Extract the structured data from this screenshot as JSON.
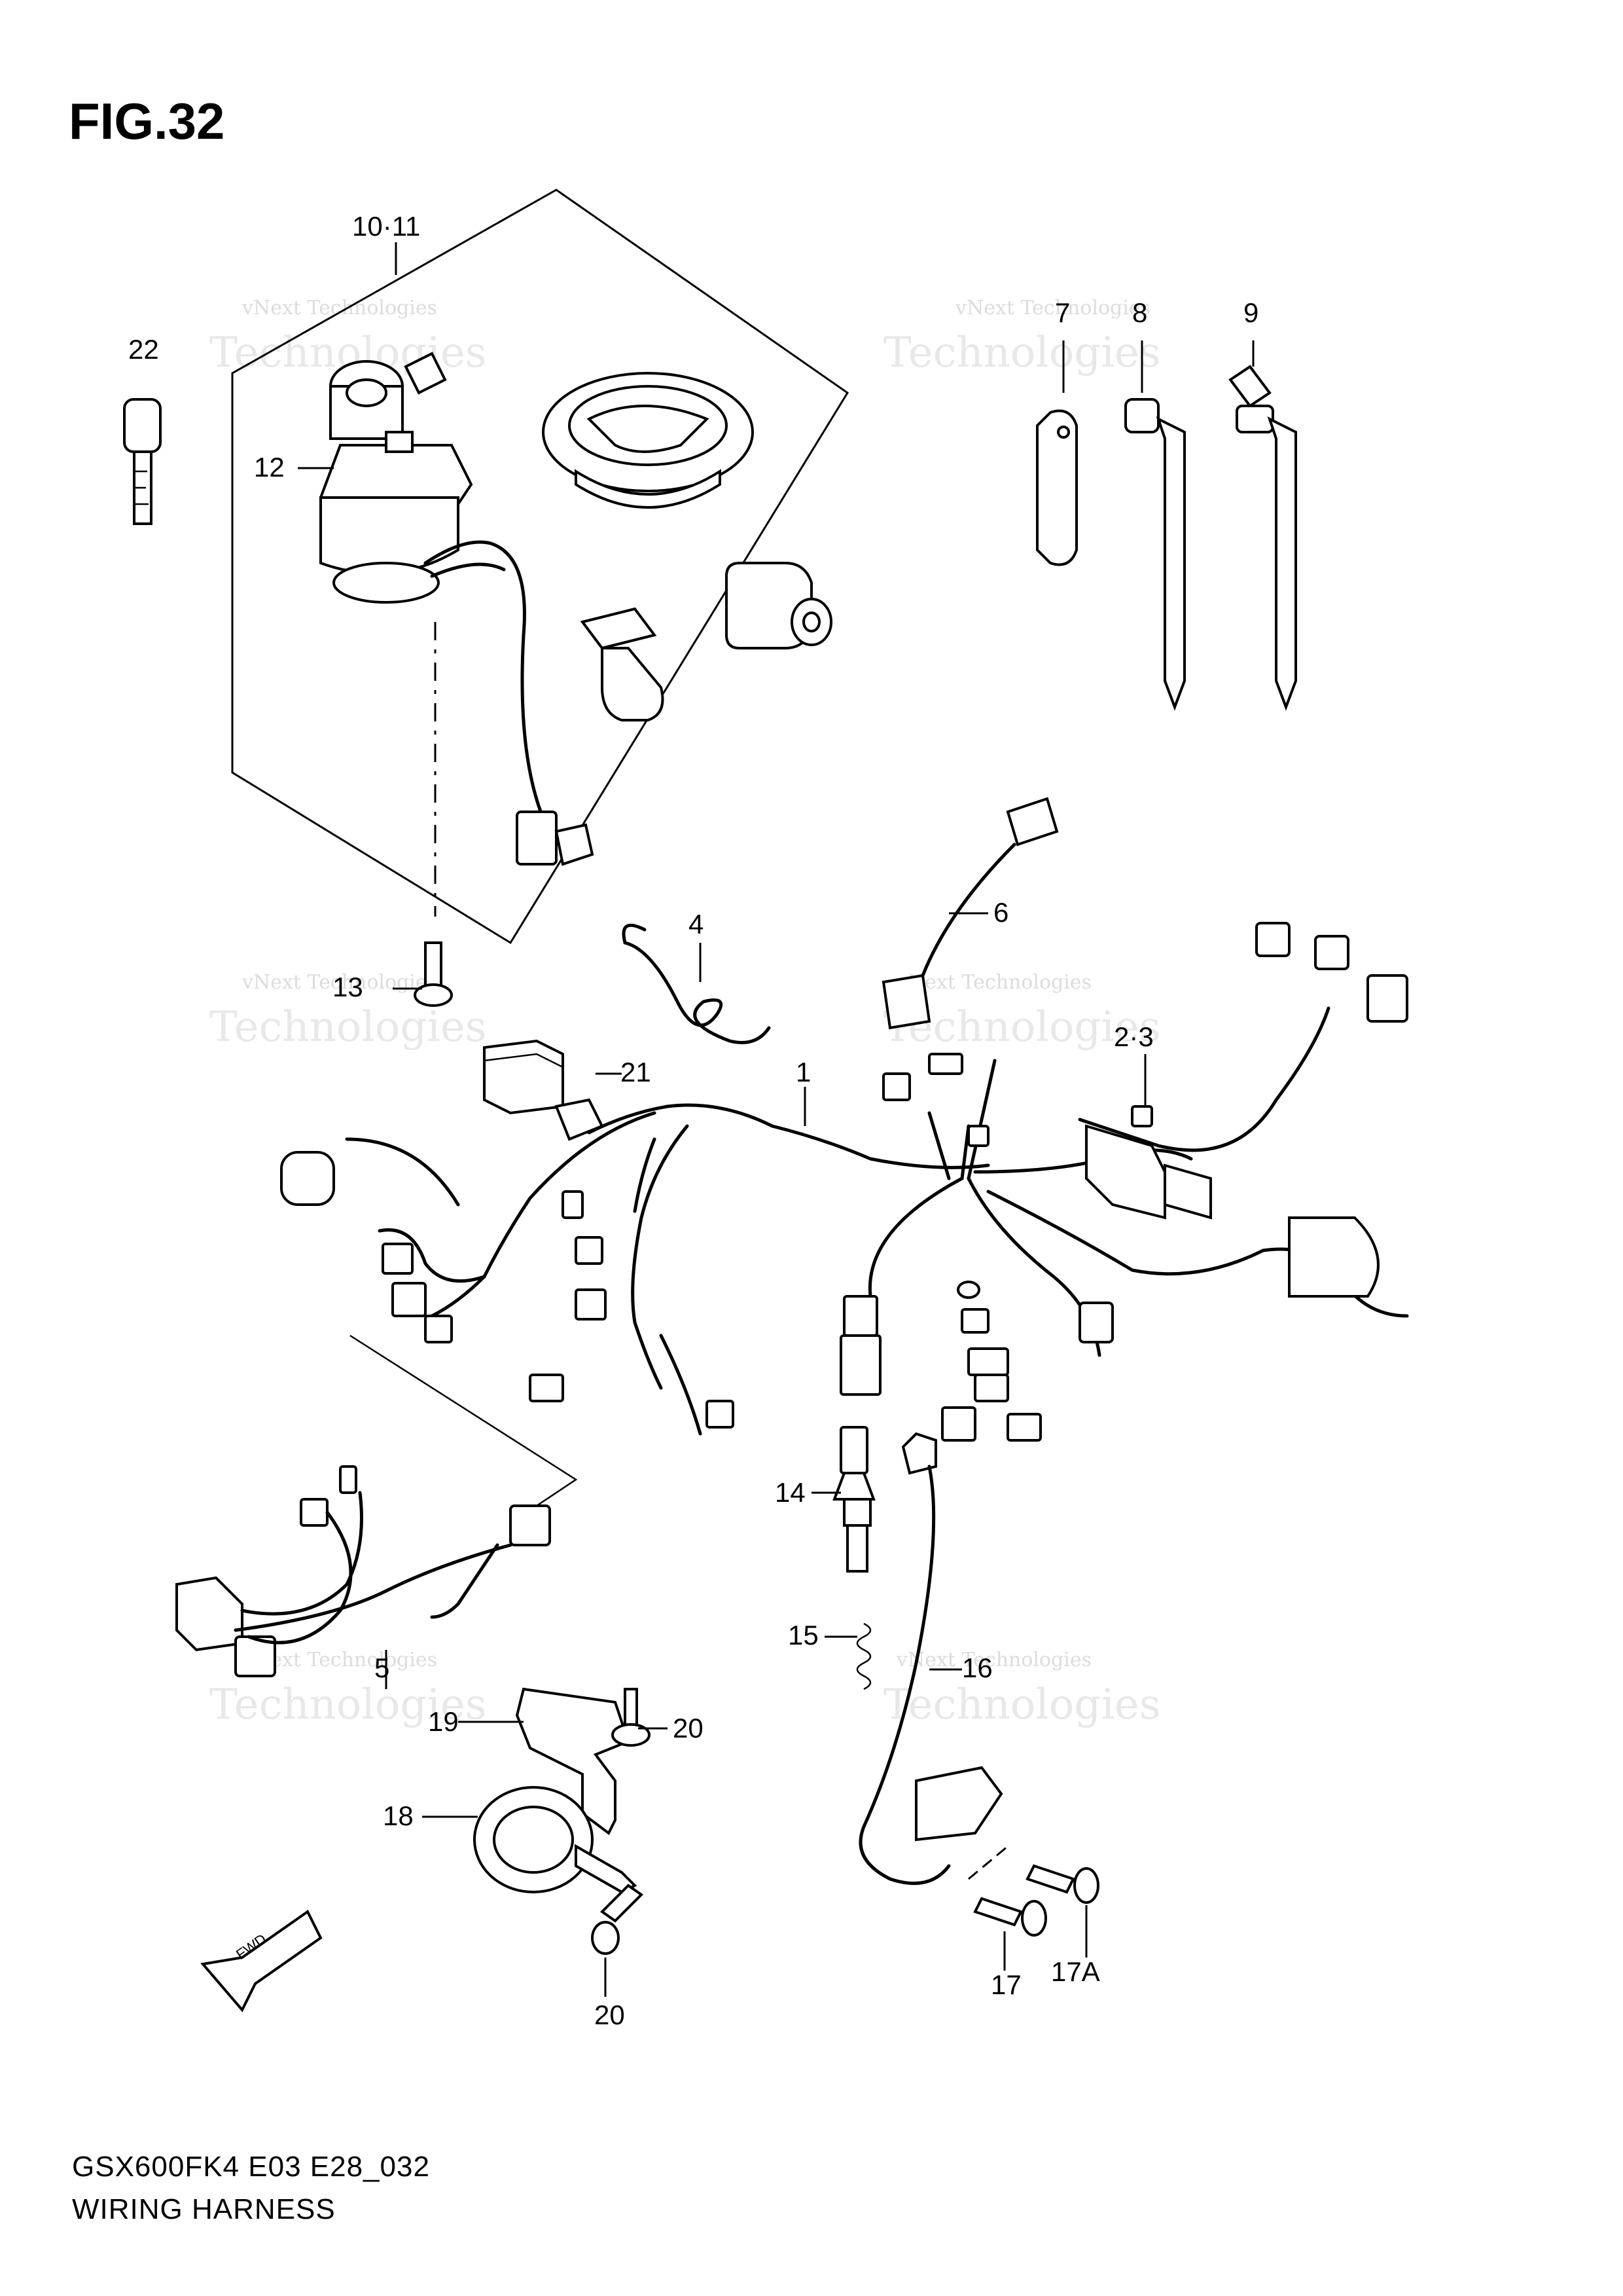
{
  "figure": {
    "title": "FIG.32"
  },
  "footer": {
    "code": "GSX600FK4 E03 E28_032",
    "name": "WIRING HARNESS"
  },
  "watermark": {
    "line1": "vNext Technologies",
    "line2": "Technologies"
  },
  "direction_label": "FWD",
  "callouts": [
    {
      "id": "c-10-11",
      "label": "10·11"
    },
    {
      "id": "c-22",
      "label": "22"
    },
    {
      "id": "c-12",
      "label": "12"
    },
    {
      "id": "c-7",
      "label": "7"
    },
    {
      "id": "c-8",
      "label": "8"
    },
    {
      "id": "c-9",
      "label": "9"
    },
    {
      "id": "c-4",
      "label": "4"
    },
    {
      "id": "c-6",
      "label": "6"
    },
    {
      "id": "c-13",
      "label": "13"
    },
    {
      "id": "c-21",
      "label": "21"
    },
    {
      "id": "c-1",
      "label": "1"
    },
    {
      "id": "c-2-3",
      "label": "2·3"
    },
    {
      "id": "c-14",
      "label": "14"
    },
    {
      "id": "c-15",
      "label": "15"
    },
    {
      "id": "c-16",
      "label": "16"
    },
    {
      "id": "c-5",
      "label": "5"
    },
    {
      "id": "c-19",
      "label": "19"
    },
    {
      "id": "c-20a",
      "label": "20"
    },
    {
      "id": "c-18",
      "label": "18"
    },
    {
      "id": "c-20b",
      "label": "20"
    },
    {
      "id": "c-17",
      "label": "17"
    },
    {
      "id": "c-17a",
      "label": "17A"
    }
  ]
}
